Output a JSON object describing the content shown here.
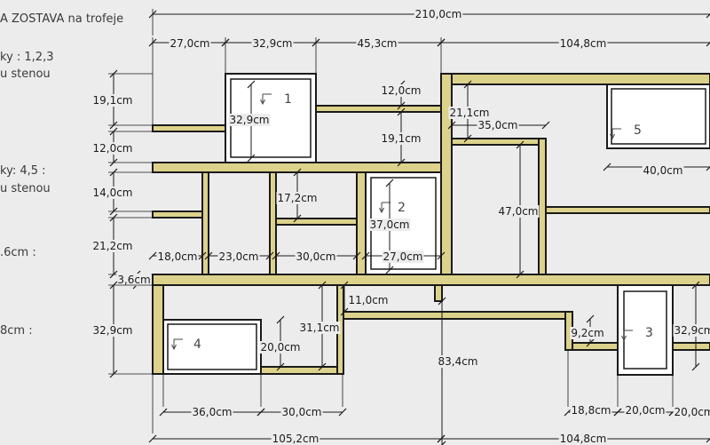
{
  "side_notes": [
    "A ZOSTAVA na trofeje",
    "ky : 1,2,3",
    "u stenou",
    "ky: 4,5 :",
    "u stenou",
    ".6cm :",
    "8cm :"
  ],
  "colors": {
    "background": "#ececec",
    "board_fill": "#ddd28c",
    "board_stroke": "#1a1a1a",
    "box_fill": "#ffffff",
    "dimension_line": "#1a1a1a"
  },
  "box_numbers": [
    "1",
    "2",
    "3",
    "4",
    "5"
  ],
  "dimensions": {
    "total_width": "210,0cm",
    "top_27": "27,0cm",
    "top_329": "32,9cm",
    "top_453": "45,3cm",
    "top_1048": "104,8cm",
    "left_191": "19,1cm",
    "left_120": "12,0cm",
    "left_140": "14,0cm",
    "left_212": "21,2cm",
    "left_36": "3,6cm",
    "left_329": "32,9cm",
    "box1_inner": "32,9cm",
    "mid_120": "12,0cm",
    "mid_191": "19,1cm",
    "mid_211": "21,1cm",
    "mid_350": "35,0cm",
    "right_400": "40,0cm",
    "mid_172": "17,2cm",
    "box2_370": "37,0cm",
    "mid_470": "47,0cm",
    "row_180": "18,0cm",
    "row_230": "23,0cm",
    "row_300": "30,0cm",
    "row_270": "27,0cm",
    "low_110": "11,0cm",
    "low_311": "31,1cm",
    "box4_200": "20,0cm",
    "low_834": "83,4cm",
    "low_92": "9,2cm",
    "right_329": "32,9cm",
    "bot_360": "36,0cm",
    "bot_300": "30,0cm",
    "bot_188": "18,8cm",
    "bot_200a": "20,0cm",
    "bot_200b": "20,0cm",
    "bot_1052": "105,2cm",
    "bot_1048": "104,8cm"
  }
}
